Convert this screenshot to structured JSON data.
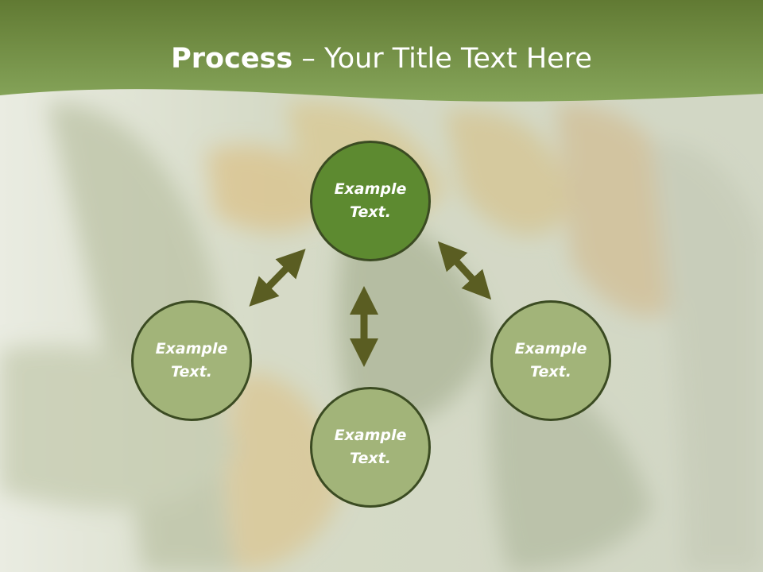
{
  "header": {
    "title_bold": "Process",
    "title_rest": " – Your Title Text Here"
  },
  "diagram": {
    "nodes": [
      {
        "id": "top",
        "label": "Example Text."
      },
      {
        "id": "left",
        "label": "Example Text."
      },
      {
        "id": "bottom",
        "label": "Example Text."
      },
      {
        "id": "right",
        "label": "Example Text."
      }
    ],
    "arrows": [
      {
        "from": "top",
        "to": "left",
        "direction": "both"
      },
      {
        "from": "top",
        "to": "right",
        "direction": "both"
      },
      {
        "from": "top",
        "to": "bottom",
        "direction": "both"
      }
    ]
  },
  "colors": {
    "header": "#6f8c3d",
    "node_primary": "#5d8a30",
    "node_secondary": "#a2b479",
    "node_border": "#3b4b22",
    "arrow": "#5a5d22"
  }
}
